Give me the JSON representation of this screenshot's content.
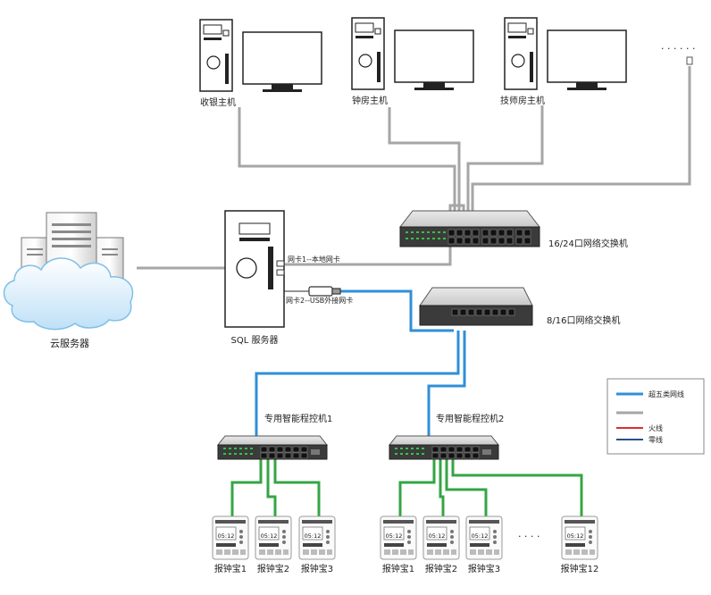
{
  "pcs": [
    {
      "label": "收银主机"
    },
    {
      "label": "钟房主机"
    },
    {
      "label": "技师房主机"
    }
  ],
  "ellipsis": "· · · · · ·",
  "cloud_server": {
    "label": "云服务器"
  },
  "sql_server": {
    "label": "SQL 服务器",
    "nic1": "网卡1--本地网卡",
    "nic2": "网卡2--USB外接网卡"
  },
  "switch_large": {
    "label": "16/24口网络交换机"
  },
  "switch_small": {
    "label": "8/16口网络交换机"
  },
  "controllers": [
    {
      "label": "专用智能程控机1"
    },
    {
      "label": "专用智能程控机2"
    }
  ],
  "devices": [
    {
      "label": "报钟宝1",
      "time": "05:12"
    },
    {
      "label": "报钟宝2",
      "time": "05:12"
    },
    {
      "label": "报钟宝3",
      "time": "05:12"
    },
    {
      "label": "报钟宝1",
      "time": "05:12"
    },
    {
      "label": "报钟宝2",
      "time": "05:12"
    },
    {
      "label": "报钟宝3",
      "time": "05:12"
    },
    {
      "label": "报钟宝12",
      "time": "05:12"
    }
  ],
  "device_ellipsis": "· · · ·",
  "legend": {
    "items": [
      {
        "label": "超五类网线",
        "color": "#2f8fd8"
      },
      {
        "label": "火线",
        "color": "#d83030"
      },
      {
        "label": "零线",
        "color": "#2a4f8a"
      }
    ]
  },
  "colors": {
    "gray_cable": "#a6a6a6",
    "blue_cable": "#2f8fd8",
    "green_cable": "#34a545"
  }
}
